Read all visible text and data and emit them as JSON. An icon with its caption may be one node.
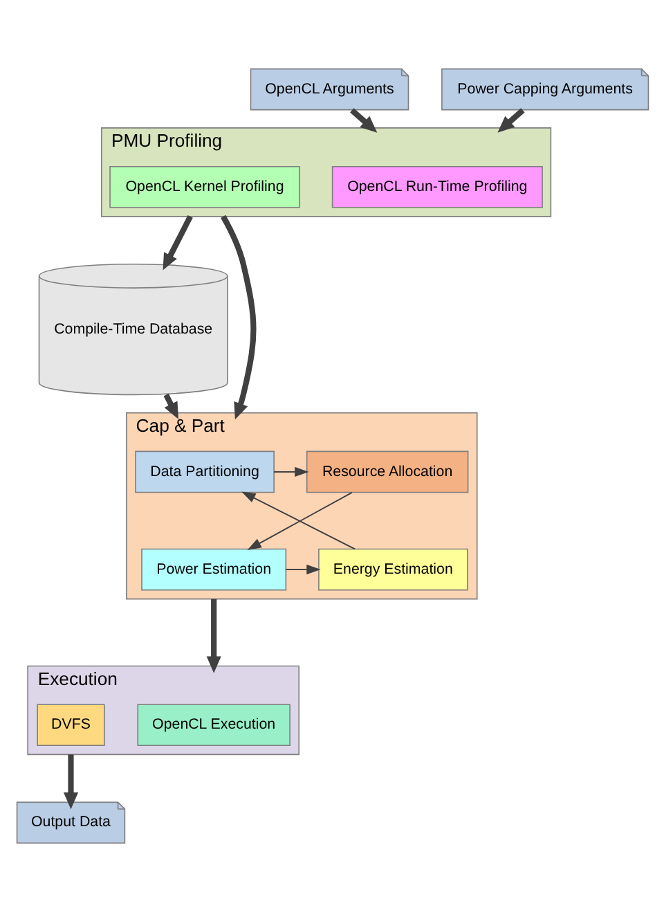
{
  "diagram": {
    "nodes": [
      {
        "text": [
          "OpenCL Arguments"
        ]
      },
      {
        "text": [
          "Power Capping Arguments"
        ]
      },
      {
        "text": [
          "PMU Profiling"
        ]
      },
      {
        "text": [
          "OpenCL Run-Time Profiling"
        ],
        "in": 2
      },
      {
        "text": [
          "OpenCL Kernel Profiling"
        ],
        "in": 2
      },
      {
        "text": [
          "Compile-Time Database"
        ]
      },
      {
        "text": [
          "Cap & Part"
        ]
      },
      {
        "text": [
          "Data Partitioning"
        ],
        "in": 6
      },
      {
        "text": [
          "Resource Allocation"
        ],
        "in": 6
      },
      {
        "text": [
          "Energy Estimation"
        ],
        "in": 6
      },
      {
        "text": [
          "Power Estimation"
        ],
        "in": 6
      },
      {
        "text": [
          "Execution"
        ]
      },
      {
        "text": [
          "OpenCL Execution"
        ],
        "in": 11
      },
      {
        "text": [
          "DVFS"
        ],
        "in": 11
      },
      {
        "text": [
          "Output Data"
        ]
      }
    ],
    "edges": [
      {
        "from": 0,
        "to": 2,
        "arrow": "to"
      },
      {
        "from": 1,
        "to": 2,
        "arrow": "to"
      },
      {
        "from": 2,
        "to": 5,
        "arrow": "to"
      },
      {
        "from": 2,
        "to": 6,
        "arrow": "to"
      },
      {
        "from": 5,
        "to": 6,
        "arrow": "to"
      },
      {
        "from": 7,
        "to": 8,
        "arrow": "to"
      },
      {
        "from": 8,
        "to": 10,
        "arrow": "to"
      },
      {
        "from": 10,
        "to": 9,
        "arrow": "to"
      },
      {
        "from": 9,
        "to": 7,
        "arrow": "to"
      },
      {
        "from": 6,
        "to": 11,
        "arrow": "to"
      },
      {
        "from": 11,
        "to": 14,
        "arrow": "to"
      }
    ]
  }
}
